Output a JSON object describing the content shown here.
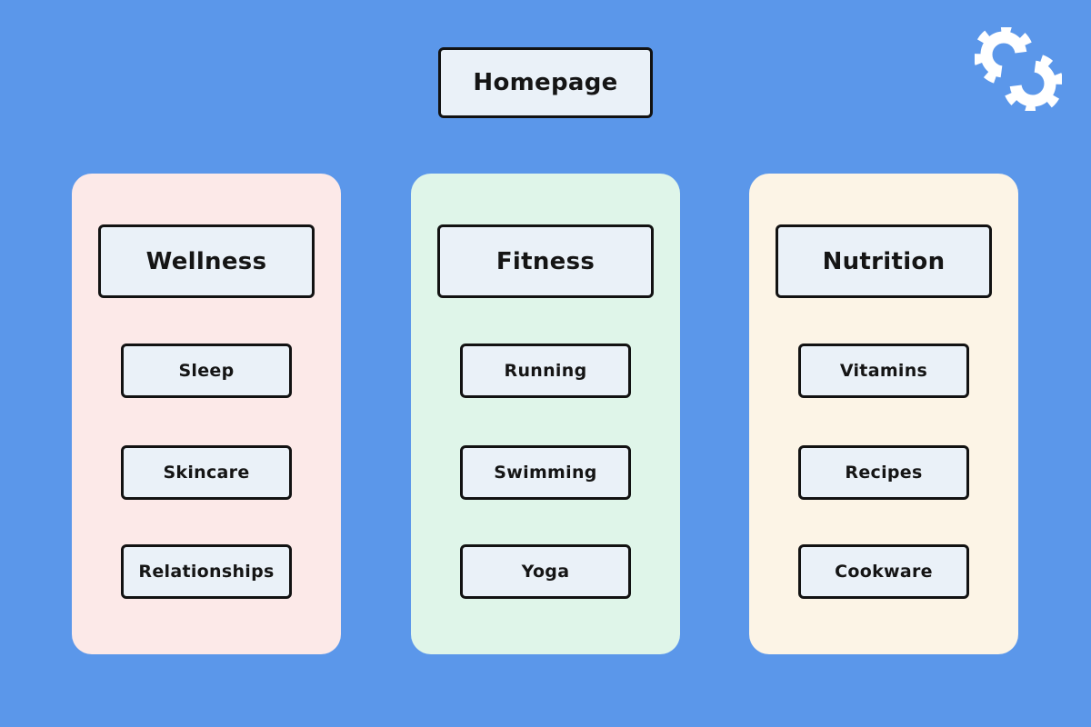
{
  "homepage": {
    "label": "Homepage"
  },
  "logo": {
    "icon": "interlocking-gears"
  },
  "colors": {
    "background": "#5B97EA",
    "node_fill": "#EAF1F8",
    "node_border": "#121212",
    "wellness_card": "#FCE9E8",
    "fitness_card": "#DFF5E9",
    "nutrition_card": "#FCF4E6"
  },
  "sections": [
    {
      "title": "Wellness",
      "card_color": "#FCE9E8",
      "items": [
        "Sleep",
        "Skincare",
        "Relationships"
      ]
    },
    {
      "title": "Fitness",
      "card_color": "#DFF5E9",
      "items": [
        "Running",
        "Swimming",
        "Yoga"
      ]
    },
    {
      "title": "Nutrition",
      "card_color": "#FCF4E6",
      "items": [
        "Vitamins",
        "Recipes",
        "Cookware"
      ]
    }
  ]
}
